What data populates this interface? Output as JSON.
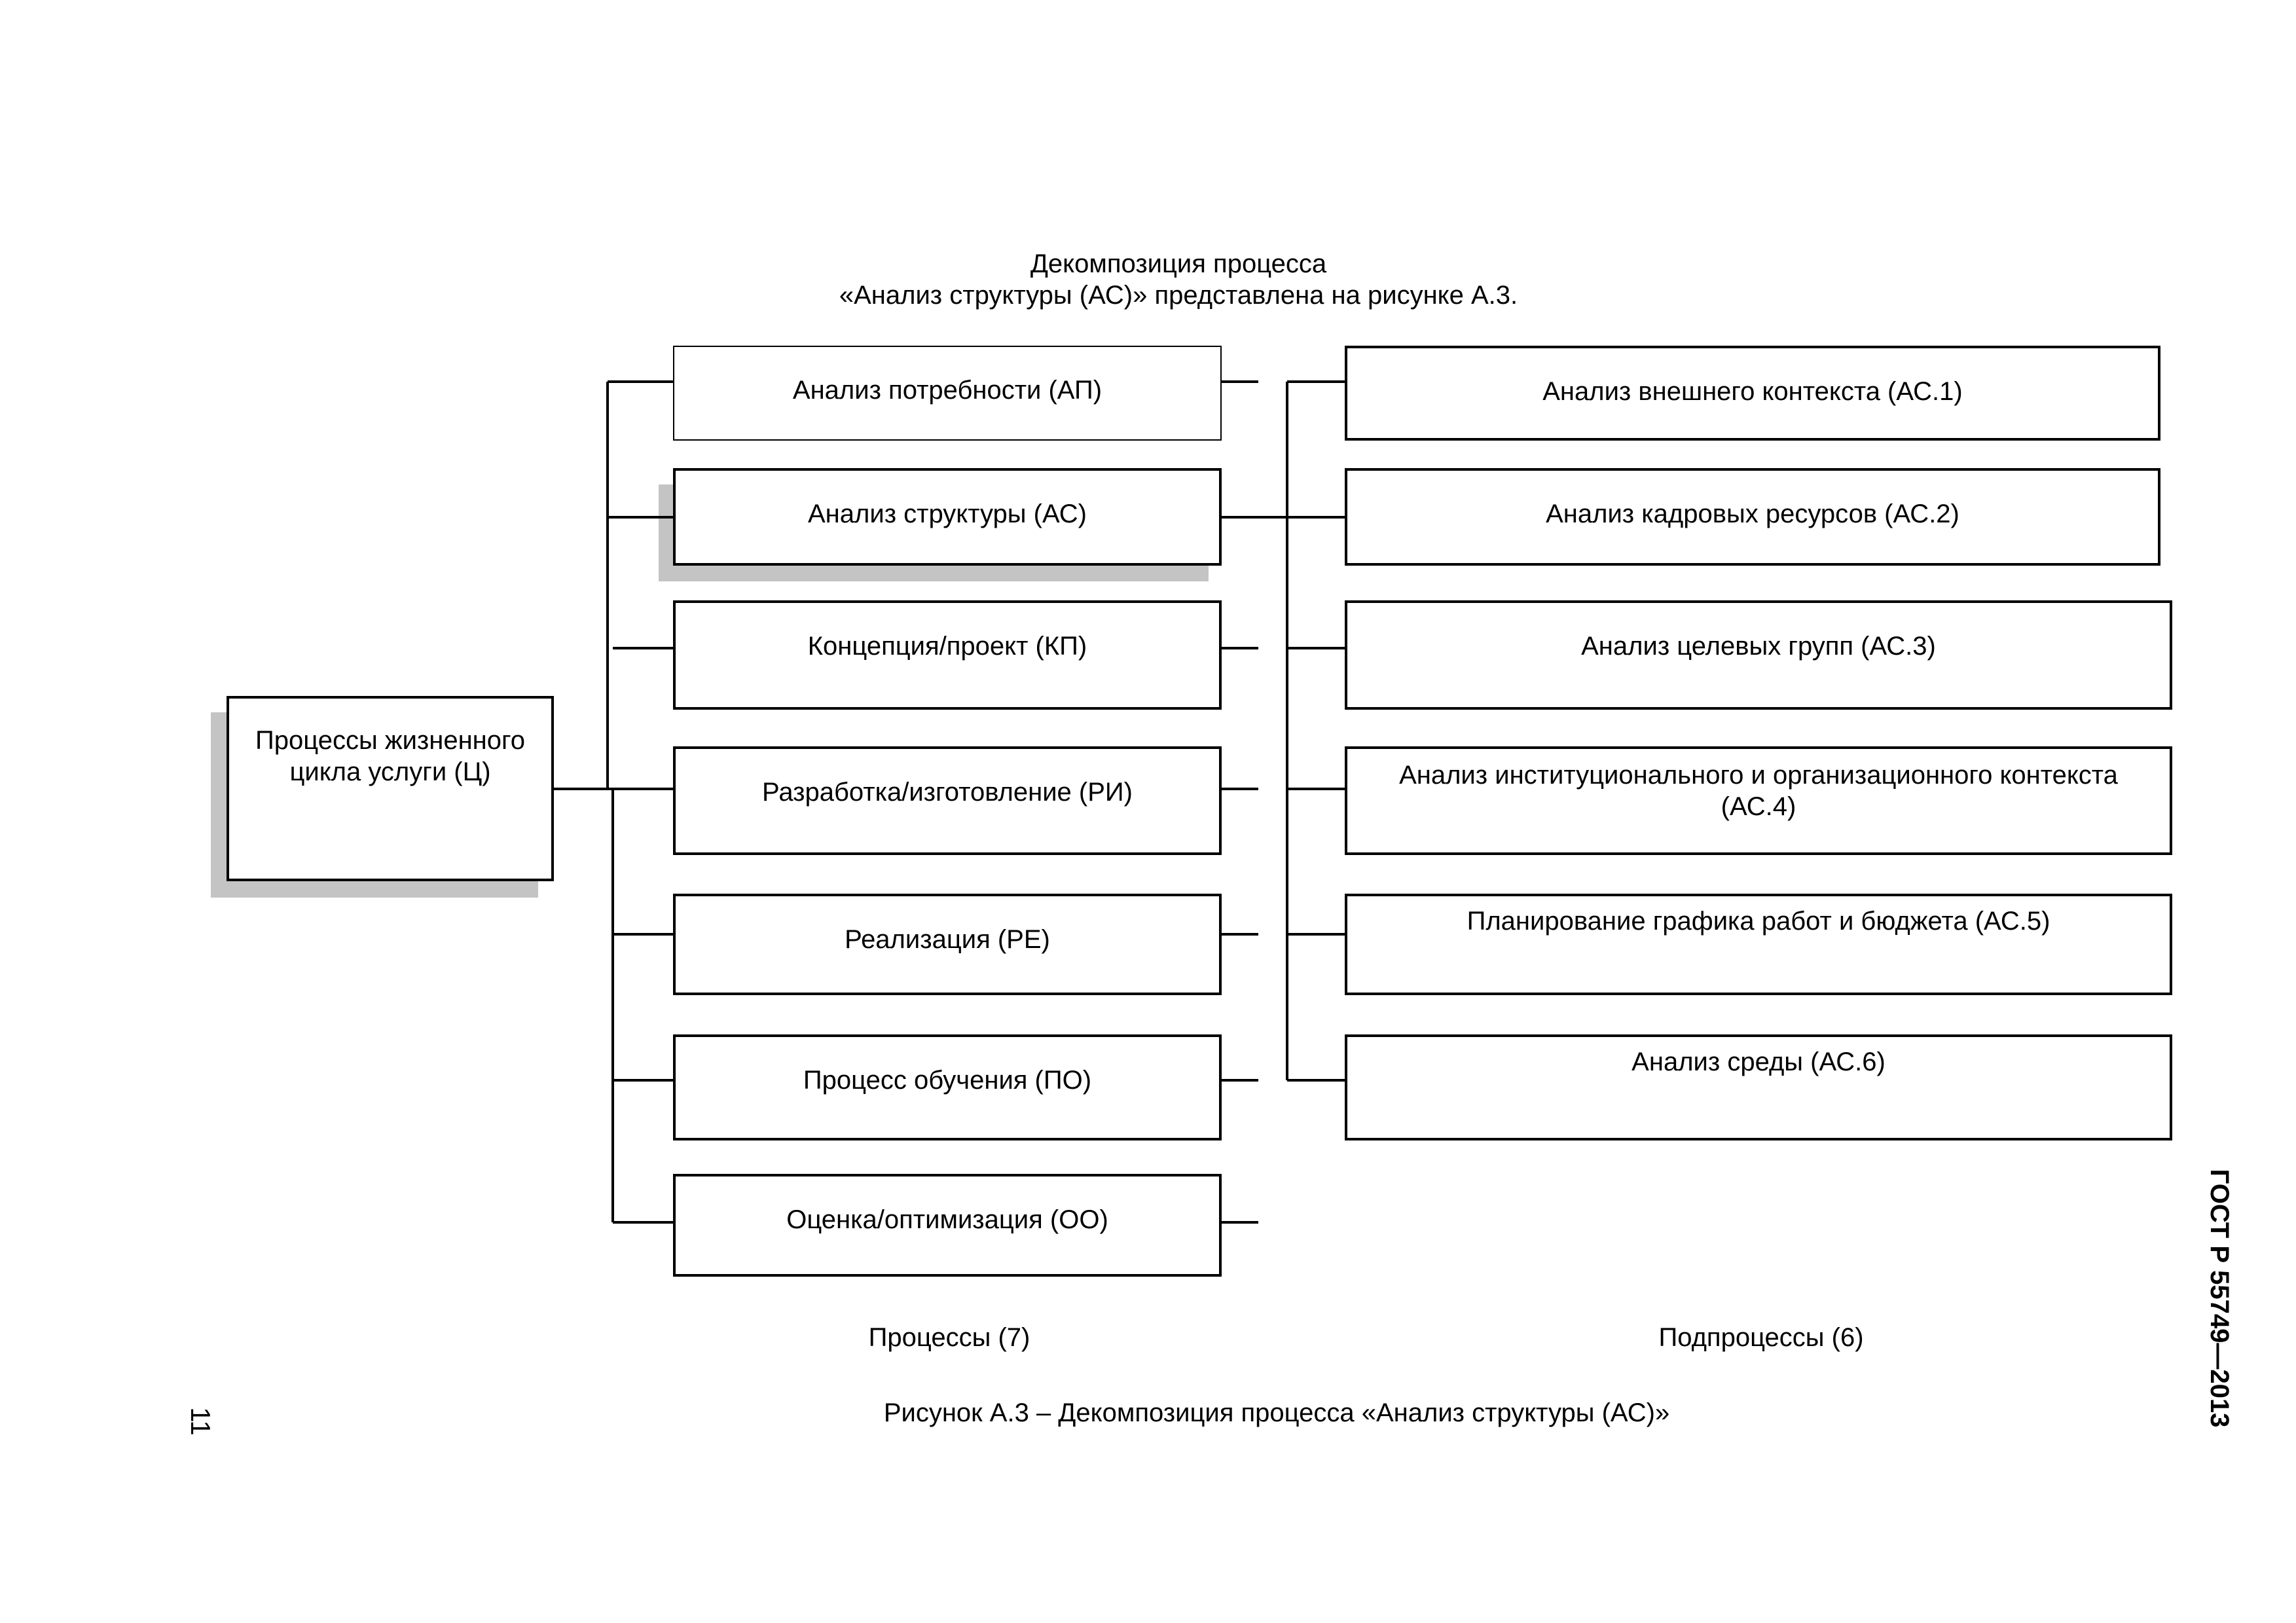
{
  "header": {
    "line1": "Декомпозиция процесса",
    "line2": "«Анализ структуры (АС)» представлена на рисунке А.3."
  },
  "root": {
    "label": "Процессы жизненного цикла услуги (Ц)"
  },
  "processes": [
    "Анализ потребности (АП)",
    "Анализ структуры (АС)",
    "Концепция/проект (КП)",
    "Разработка/изготовление (РИ)",
    "Реализация (РЕ)",
    "Процесс обучения (ПО)",
    "Оценка/оптимизация (ОО)"
  ],
  "subprocesses": [
    "Анализ внешнего контекста (АС.1)",
    "Анализ кадровых ресурсов (АС.2)",
    "Анализ целевых групп (АС.3)",
    "Анализ институционального и организационного контекста (АС.4)",
    "Планирование графика работ и бюджета (АС.5)",
    "Анализ среды (АС.6)"
  ],
  "column_labels": {
    "processes": "Процессы (7)",
    "subprocesses": "Подпроцессы (6)"
  },
  "caption": "Рисунок А.3 – Декомпозиция процесса «Анализ структуры (АС)»",
  "side_label": "ГОСТ Р 55749—2013",
  "page_number": "11",
  "highlight_color": "#c4c4c4"
}
